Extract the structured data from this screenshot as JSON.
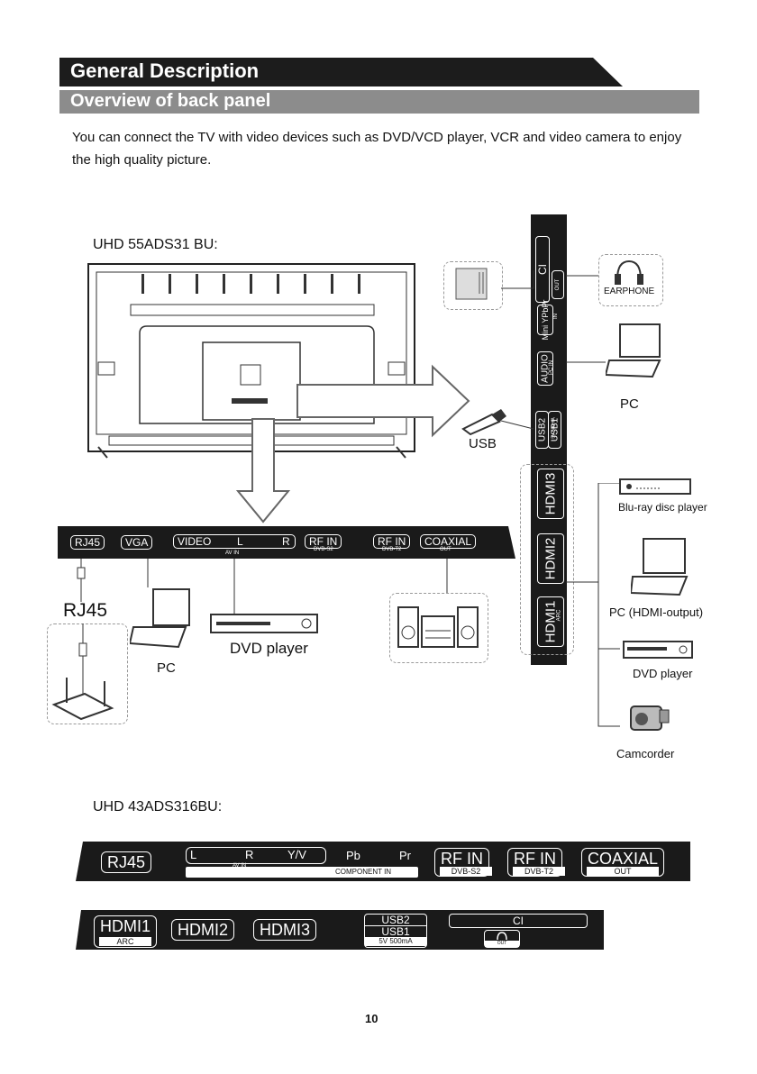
{
  "header": {
    "title": "General Description",
    "subtitle": "Overview of back panel"
  },
  "intro": "You can connect the TV with video devices such as DVD/VCD player, VCR and video camera to enjoy the high quality picture.",
  "model1": {
    "label": "UHD 55ADS31  BU:",
    "side_ports": {
      "ci": "CI",
      "earphone_sub": "OUT",
      "mini_ypbpr": "Mini YPbPr",
      "mini_ypbpr_sub": "IN",
      "audio": "AUDIO",
      "audio_sub": "PC IN",
      "usb2": "USB2",
      "usb1": "USB1",
      "usb_sub": "5V 500mA",
      "hdmi3": "HDMI3",
      "hdmi2": "HDMI2",
      "hdmi1": "HDMI1",
      "hdmi1_sub": "ARC"
    },
    "bottom_ports": {
      "rj45": "RJ45",
      "vga": "VGA",
      "video": "VIDEO",
      "l": "L",
      "r": "R",
      "av_in": "AV IN",
      "rf_in1": "RF IN",
      "rf_in1_sub": "DVB-S2",
      "rf_in2": "RF IN",
      "rf_in2_sub": "DVB-T2",
      "coaxial": "COAXIAL",
      "coaxial_sub": "OUT"
    },
    "devices": {
      "earphone": "EARPHONE",
      "pc": "PC",
      "usb": "USB",
      "bluray": "Blu-ray disc player",
      "pc_hdmi": "PC (HDMI-output)",
      "dvd_right": "DVD player",
      "camcorder": "Camcorder",
      "rj45": "RJ45",
      "pc_bottom": "PC",
      "dvd_bottom": "DVD player"
    }
  },
  "model2": {
    "label": "UHD 43ADS316BU:",
    "strip1": {
      "rj45": "RJ45",
      "l": "L",
      "r": "R",
      "yv": "Y/V",
      "pb": "Pb",
      "pr": "Pr",
      "av_in": "AV IN",
      "component_in": "COMPONENT IN",
      "rf_in1": "RF IN",
      "rf_in1_sub": "DVB-S2",
      "rf_in2": "RF IN",
      "rf_in2_sub": "DVB-T2",
      "coaxial": "COAXIAL",
      "coaxial_sub": "OUT"
    },
    "strip2": {
      "hdmi1": "HDMI1",
      "hdmi1_sub": "ARC",
      "hdmi2": "HDMI2",
      "hdmi3": "HDMI3",
      "usb2": "USB2",
      "usb1": "USB1",
      "usb_sub": "5V 500mA",
      "ci": "CI",
      "earphone_sub": "OUT"
    }
  },
  "page_number": "10"
}
